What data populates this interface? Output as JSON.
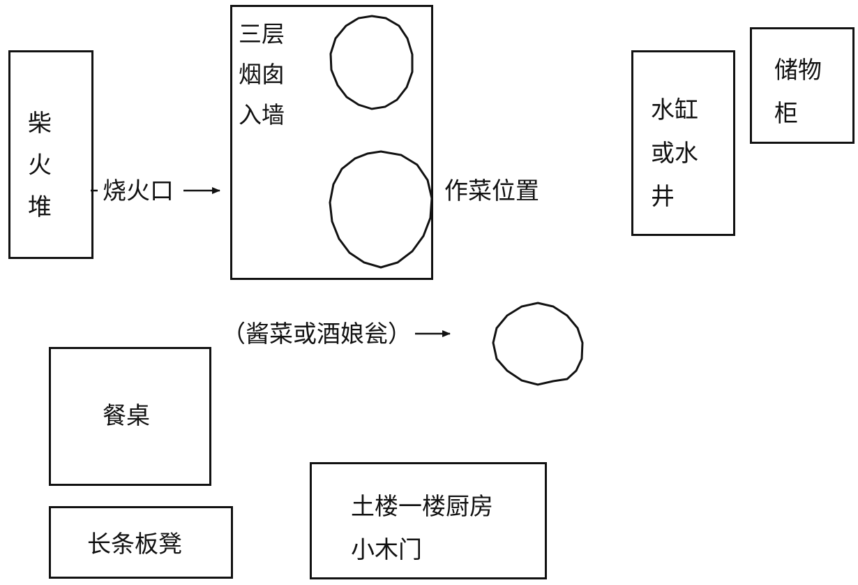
{
  "diagram": {
    "firewood_pile": "柴火堆",
    "chimney_wall": "三层\n烟囱\n入墙",
    "fire_mouth": "烧火口",
    "cooking_position": "作菜位置",
    "water_jar": "水缸\n或水\n井",
    "storage_cabinet": "储物\n柜",
    "pickle_jar": "（酱菜或酒娘瓮）",
    "dining_table": "餐桌",
    "long_bench": "长条板凳",
    "kitchen_door": "土楼一楼厨房\n小木门"
  },
  "colors": {
    "stroke": "#111111",
    "background": "#ffffff"
  }
}
